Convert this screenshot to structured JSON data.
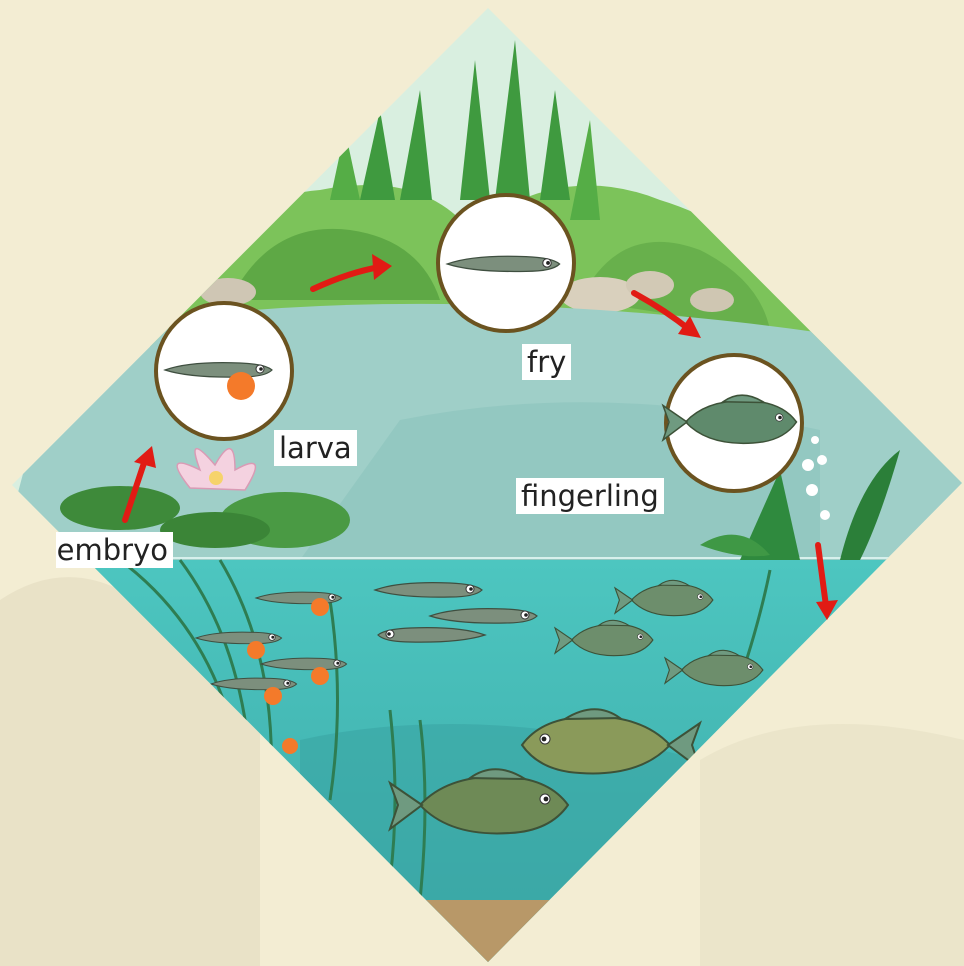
{
  "diagram": {
    "stages": [
      {
        "id": "embryo",
        "label": "embryo"
      },
      {
        "id": "larva",
        "label": "larva"
      },
      {
        "id": "fry",
        "label": "fry"
      },
      {
        "id": "fingerling",
        "label": "fingerling"
      }
    ]
  },
  "colors": {
    "background": "#f3edd3",
    "pond_surface": "#9fcfc8",
    "underwater": "#4cbfbb",
    "arrow": "#e11b14",
    "circle_border": "#6b5320",
    "fish_body": "#6b8c6a",
    "egg": "#f47a2a"
  }
}
